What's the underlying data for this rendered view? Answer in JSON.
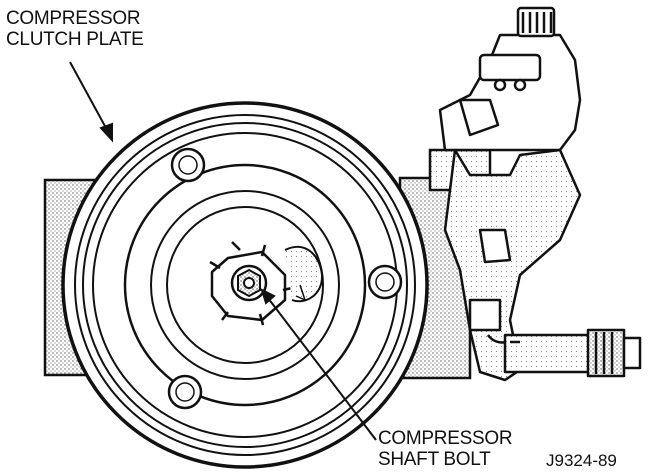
{
  "labels": {
    "clutch_plate": [
      "COMPRESSOR",
      "CLUTCH PLATE"
    ],
    "shaft_bolt": [
      "COMPRESSOR",
      "SHAFT BOLT"
    ]
  },
  "figure_id": "J9324-89",
  "colors": {
    "ink": "#111111",
    "background": "#ffffff",
    "shading": "#cfcfcf"
  }
}
